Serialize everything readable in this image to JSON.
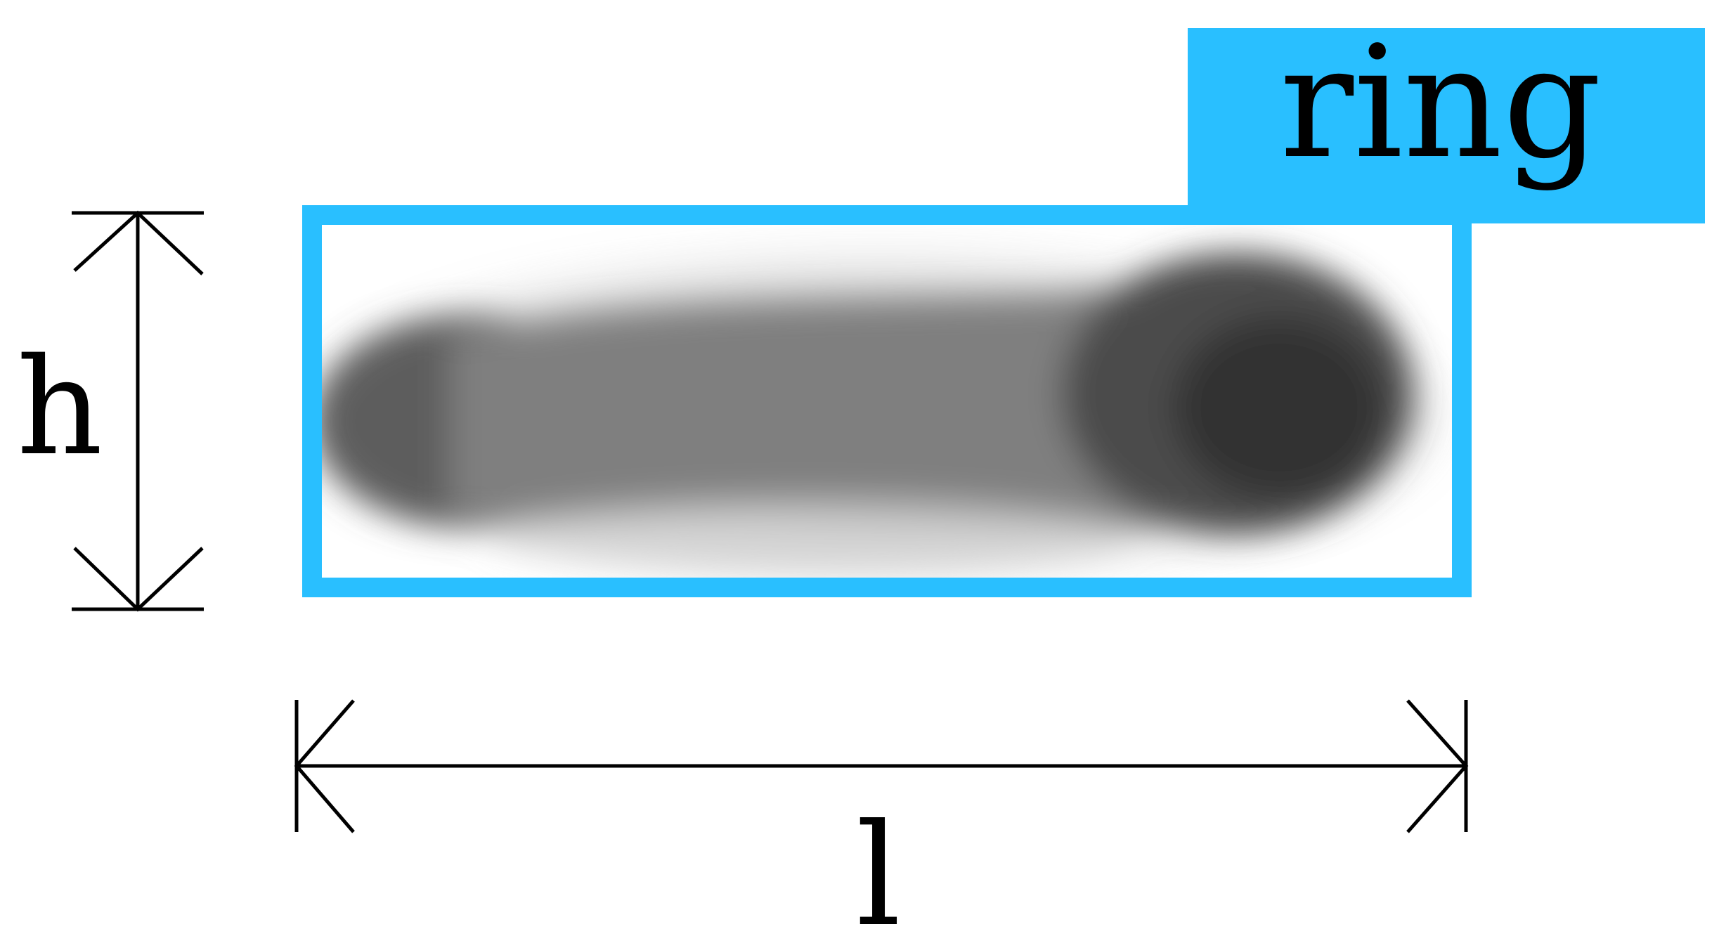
{
  "labels": {
    "ring": "ring",
    "height": "h",
    "length": "l"
  },
  "colors": {
    "accent": "#29BFFF",
    "line": "#000000",
    "background": "#FFFFFF"
  },
  "object": {
    "kind": "blurred-grayscale-blob",
    "description_visible": false
  }
}
